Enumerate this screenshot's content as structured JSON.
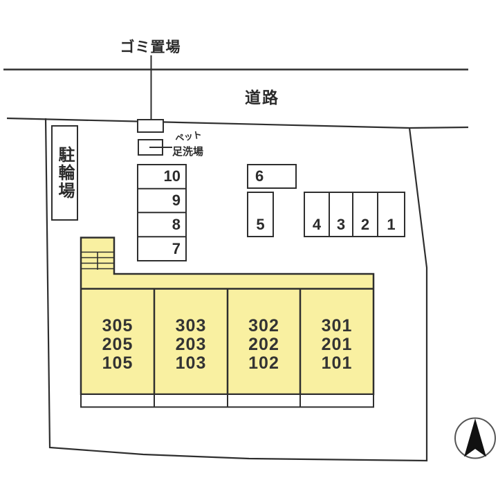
{
  "labels": {
    "garbage": "ゴミ置場",
    "road": "道路",
    "bicycle": "駐輪場",
    "pet_line1": "ペット",
    "pet_line2": "足洗場"
  },
  "parking": {
    "column": [
      "10",
      "9",
      "8",
      "7"
    ],
    "space6": "6",
    "space5": "5",
    "row": [
      "4",
      "3",
      "2",
      "1"
    ]
  },
  "building": {
    "units": [
      {
        "rooms": [
          "305",
          "205",
          "105"
        ]
      },
      {
        "rooms": [
          "303",
          "203",
          "103"
        ]
      },
      {
        "rooms": [
          "302",
          "202",
          "102"
        ]
      },
      {
        "rooms": [
          "301",
          "201",
          "101"
        ]
      }
    ]
  },
  "compass": {
    "direction": "N"
  },
  "colors": {
    "building_fill": "#F9F0A1",
    "line": "#2E2E2E"
  }
}
